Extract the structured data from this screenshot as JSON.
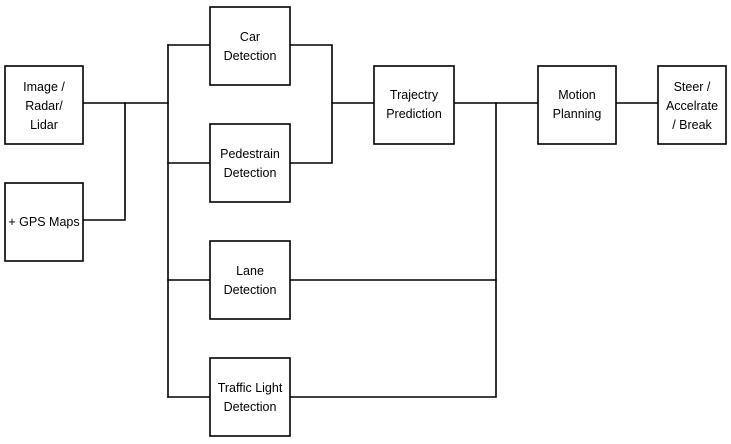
{
  "diagram": {
    "nodes": {
      "input_sensors": {
        "lines": [
          "Image /",
          "Radar/",
          "Lidar"
        ]
      },
      "gps_maps": {
        "lines": [
          "+ GPS Maps"
        ]
      },
      "car_detection": {
        "lines": [
          "Car",
          "Detection"
        ]
      },
      "pedestrian_detection": {
        "lines": [
          "Pedestrain",
          "Detection"
        ]
      },
      "lane_detection": {
        "lines": [
          "Lane",
          "Detection"
        ]
      },
      "traffic_light_detection": {
        "lines": [
          "Traffic Light",
          "Detection"
        ]
      },
      "trajectory_prediction": {
        "lines": [
          "Trajectry",
          "Prediction"
        ]
      },
      "motion_planning": {
        "lines": [
          "Motion",
          "Planning"
        ]
      },
      "control_output": {
        "lines": [
          "Steer /",
          "Accelrate",
          "/ Break"
        ]
      }
    }
  }
}
